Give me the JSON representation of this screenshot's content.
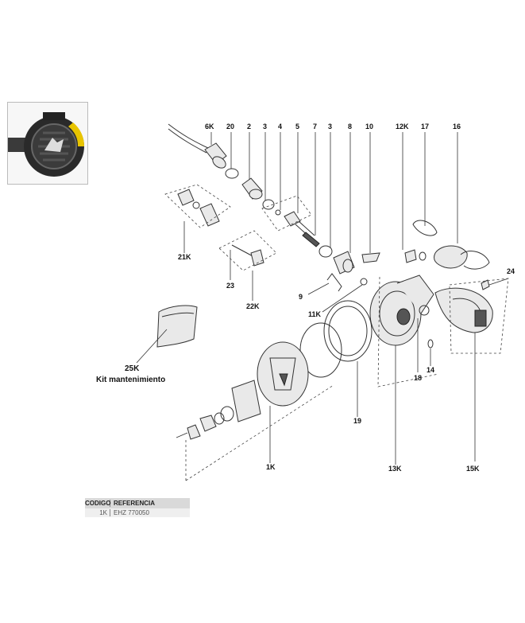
{
  "labels": {
    "6K": "6K",
    "20": "20",
    "2": "2",
    "4": "4",
    "5": "5",
    "7": "7",
    "3a": "3",
    "3b": "3",
    "8": "8",
    "10": "10",
    "12K": "12K",
    "17": "17",
    "16": "16",
    "24": "24",
    "21K": "21K",
    "23": "23",
    "22K": "22K",
    "9": "9",
    "11K": "11K",
    "18": "18",
    "14": "14",
    "19": "19",
    "13K": "13K",
    "15K": "15K",
    "1K": "1K",
    "25K": "25K",
    "kit": "Kit mantenimiento"
  },
  "table": {
    "header_code": "CODIGO",
    "header_ref": "REFERENCIA",
    "rows": [
      {
        "code": "1K",
        "ref": "EHZ 770050"
      }
    ]
  },
  "colors": {
    "accent": "#d9d9d9",
    "photo_yellow": "#e8c400"
  }
}
